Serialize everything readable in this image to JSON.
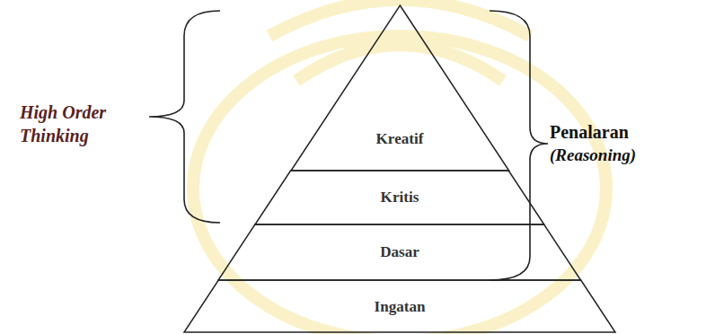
{
  "diagram": {
    "nodes": [
      {
        "text": [
          "Kreatif"
        ]
      },
      {
        "text": [
          "Kritis"
        ]
      },
      {
        "text": [
          "Dasar"
        ]
      },
      {
        "text": [
          "Ingatan"
        ]
      }
    ],
    "labels": [
      "High Order Thinking",
      "Penalaran",
      "(Reasoning)"
    ]
  }
}
